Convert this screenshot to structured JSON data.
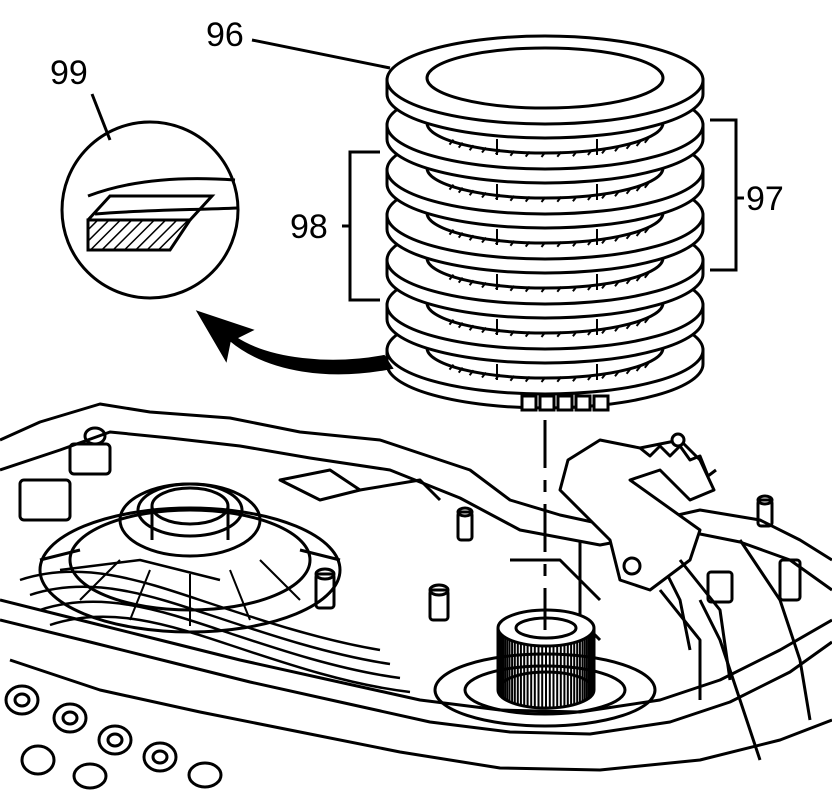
{
  "diagram": {
    "callouts": {
      "c96": "96",
      "c97": "97",
      "c98": "98",
      "c99": "99"
    },
    "colors": {
      "line": "#000000",
      "background": "#ffffff"
    },
    "parts": {
      "plate_stack_count": 7,
      "spline_teeth_count": 40
    }
  }
}
